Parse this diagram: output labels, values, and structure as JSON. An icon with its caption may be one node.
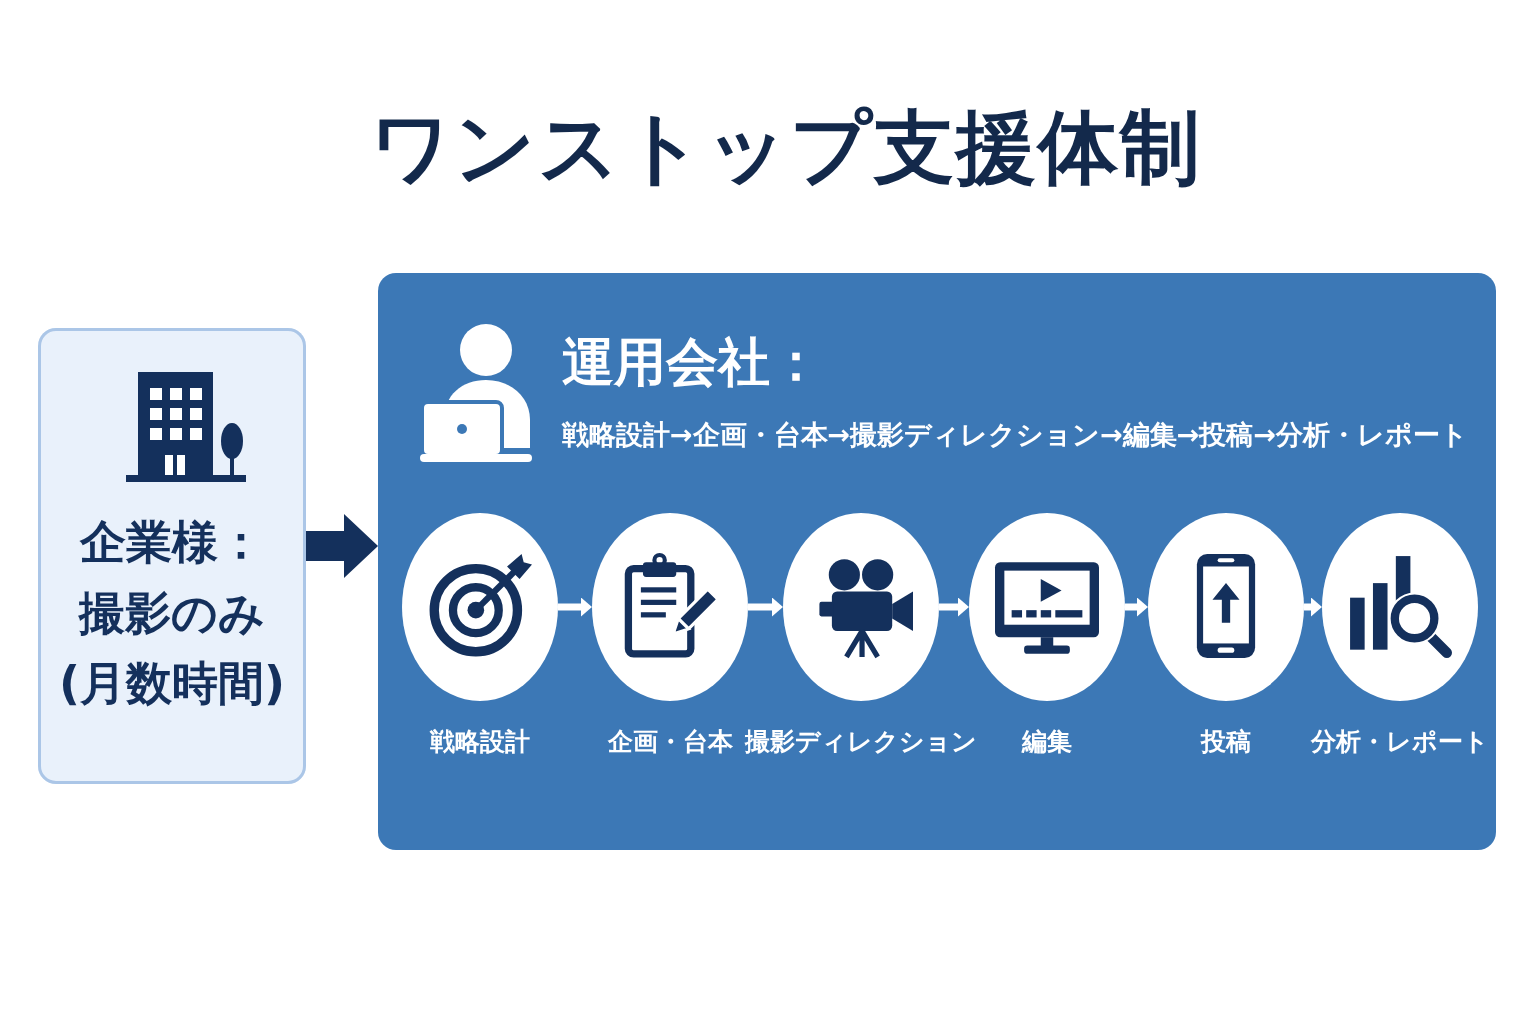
{
  "diagram": {
    "title": "ワンストップ支援体制",
    "nodes": [
      {
        "text": [
          "企業様：",
          "撮影のみ(月数時間)"
        ]
      },
      {
        "text": [
          "運用会社：",
          "戦略設計→企画・台本→撮影ディレクション→編集→投稿→分析・レポート"
        ]
      },
      {
        "text": [
          "戦略設計"
        ],
        "in": 1
      },
      {
        "text": [
          "企画・台本"
        ],
        "in": 1
      },
      {
        "text": [
          "撮影ディレクション"
        ],
        "in": 1
      },
      {
        "text": [
          "編集"
        ],
        "in": 1
      },
      {
        "text": [
          "投稿"
        ],
        "in": 1
      },
      {
        "text": [
          "分析・レポート"
        ],
        "in": 1
      }
    ],
    "edges": [
      {
        "from": 0,
        "to": 1,
        "arrow": "to",
        "style": "thick",
        "color": "#14305c"
      },
      {
        "from": 2,
        "to": 3,
        "arrow": "to"
      },
      {
        "from": 3,
        "to": 4,
        "arrow": "to"
      },
      {
        "from": 4,
        "to": 5,
        "arrow": "to"
      },
      {
        "from": 5,
        "to": 6,
        "arrow": "to"
      },
      {
        "from": 6,
        "to": 7,
        "arrow": "to"
      }
    ]
  }
}
